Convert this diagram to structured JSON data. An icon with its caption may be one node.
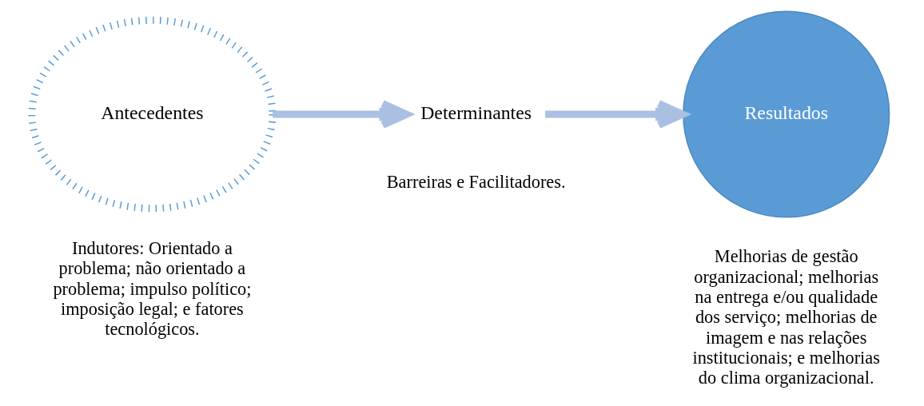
{
  "diagram": {
    "nodes": [
      {
        "text": [
          "Antecedentes"
        ],
        "beside": [
          "Indutores: Orientado a problema; não orientado a problema; impulso político; imposição legal; e fatores tecnológicos."
        ]
      },
      {
        "text": [
          "Determinantes"
        ],
        "beside": [
          "Barreiras e Facilitadores."
        ]
      },
      {
        "text": [
          "Resultados"
        ],
        "beside": [
          "Melhorias de gestão organizacional; melhorias na entrega e/ou qualidade dos serviço; melhorias de imagem e nas relações institucionais; e melhorias do clima organizacional."
        ]
      }
    ],
    "edges": [
      {
        "from": 0,
        "to": 1,
        "arrow": "to"
      },
      {
        "from": 1,
        "to": 2,
        "arrow": "to"
      }
    ]
  }
}
